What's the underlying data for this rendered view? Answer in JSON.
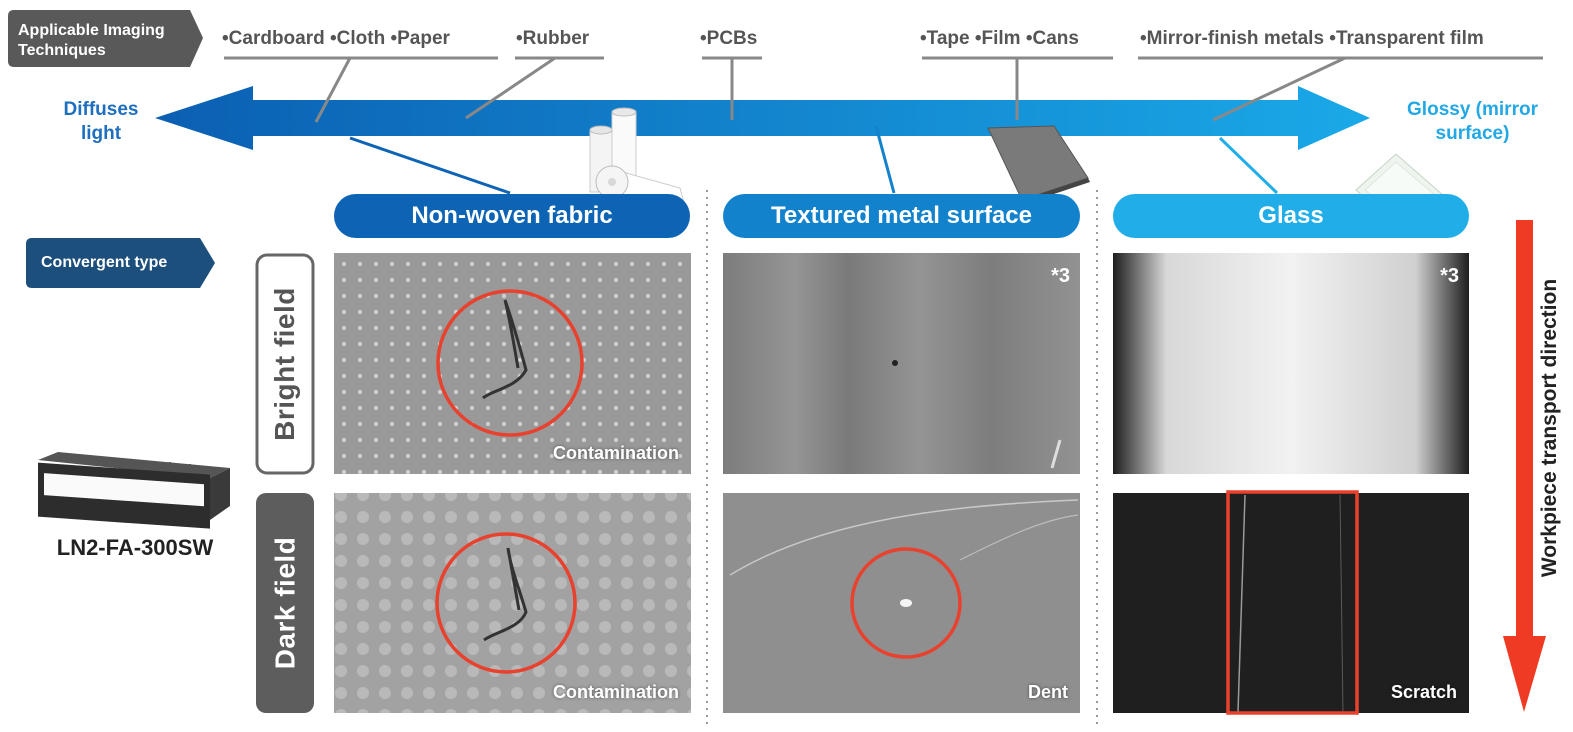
{
  "header": {
    "tag_text": "Applicable Imaging Techniques"
  },
  "materials": {
    "m1": "•Cardboard •Cloth •Paper",
    "m2": "•Rubber",
    "m3": "•PCBs",
    "m4": "•Tape •Film •Cans",
    "m5": "•Mirror-finish metals •Transparent film"
  },
  "axis": {
    "left_label": "Diffuses light",
    "right_label": "Glossy (mirror surface)"
  },
  "columns": {
    "c1": "Non-woven fabric",
    "c2": "Textured metal surface",
    "c3": "Glass"
  },
  "rows": {
    "bright": "Bright field",
    "dark": "Dark field"
  },
  "side": {
    "convergent": "Convergent type",
    "model": "LN2-FA-300SW"
  },
  "labels": {
    "nonwoven_bright": "Contamination",
    "nonwoven_dark": "Contamination",
    "metal_dark": "Dent",
    "glass_dark": "Scratch",
    "note_metal": "*3",
    "note_glass": "*3"
  },
  "transport": "Workpiece transport direction",
  "colors": {
    "axis_dark": "#0b5fb2",
    "axis_light": "#1aa7e6",
    "pill_1": "#0e64b4",
    "pill_2": "#1282cc",
    "pill_3": "#21aee8",
    "header_tag": "#595959",
    "convergent_tag": "#1c4f7c",
    "highlight": "#e8412e",
    "transport_arrow": "#ef3b24"
  },
  "icons": {
    "paper-rolls": "paper-rolls-icon",
    "metal-sheet": "metal-sheet-icon",
    "glass-sheet": "glass-sheet-icon",
    "light-unit": "led-light-bar-icon"
  }
}
